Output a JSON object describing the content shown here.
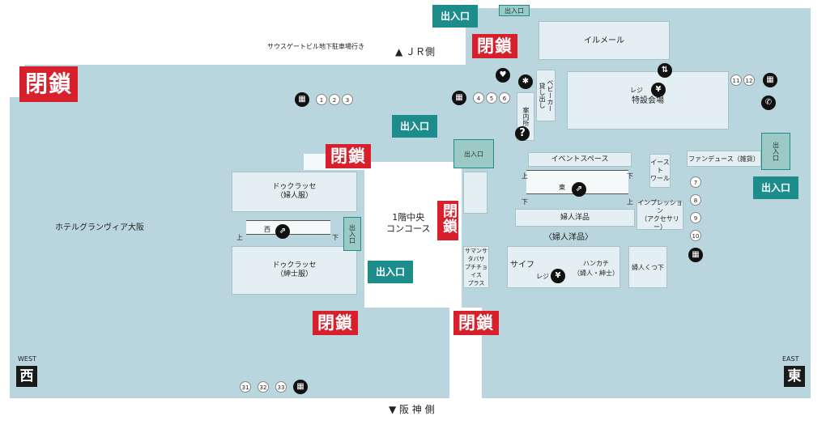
{
  "labels": {
    "jr_side": "▲ ＪＲ側",
    "hanshin_side": "▼ 阪 神 側",
    "parking": "サウスゲートビル地下駐車場行き",
    "hotel": "ホテルグランヴィア大阪",
    "concourse": "1階中央\nコンコース",
    "west_en": "WEST",
    "west_jp": "西",
    "east_en": "EAST",
    "east_jp": "東",
    "up": "上",
    "down": "下",
    "escalator_west": "西",
    "escalator_east": "東"
  },
  "closed_label": "閉鎖",
  "exit_label": "出入口",
  "exit_door_label": "出入口",
  "shops": {
    "illumere": "イルメール",
    "special_venue": "特設会場",
    "register_top": "レジ",
    "event_space": "イベントスペース",
    "east_wall": "イースト\nワール",
    "fandeuse": "ファンデュース（雑貨）",
    "implession": "インプレッション\n（アクセサリー）",
    "women_goods": "婦人洋品",
    "women_goods_section": "〈婦人洋品〉",
    "dock_ladies": "ドゥクラッセ\n（婦人服）",
    "dock_men": "ドゥクラッセ\n（紳士服）",
    "samantha": "サマンサタバサ\nプチチョイス\nプラス",
    "saifu": "サイフ",
    "register_bottom": "レジ",
    "handkerchief": "ハンカチ\n（婦人・紳士）",
    "socks": "婦人くつ下",
    "stroller": "ベビーカー\n貸し出し",
    "info": "案内所"
  },
  "numbers": {
    "left_top": [
      "1",
      "2",
      "3"
    ],
    "mid_top": [
      "4",
      "5",
      "6"
    ],
    "right_top": [
      "11",
      "12"
    ],
    "right_column": [
      "7",
      "8",
      "9",
      "10"
    ],
    "bottom": [
      "31",
      "32",
      "33"
    ]
  },
  "icons": {
    "locker": "locker-icon",
    "aed": "aed-icon",
    "stroller": "stroller-icon",
    "info": "question-icon",
    "elevator": "elevator-icon",
    "register": "yen-icon",
    "phone": "phone-icon",
    "escalator": "escalator-icon"
  },
  "colors": {
    "floor": "#b9d5dd",
    "shop": "#e3eff2",
    "closed": "#d7202c",
    "exit": "#1d8d8c"
  }
}
